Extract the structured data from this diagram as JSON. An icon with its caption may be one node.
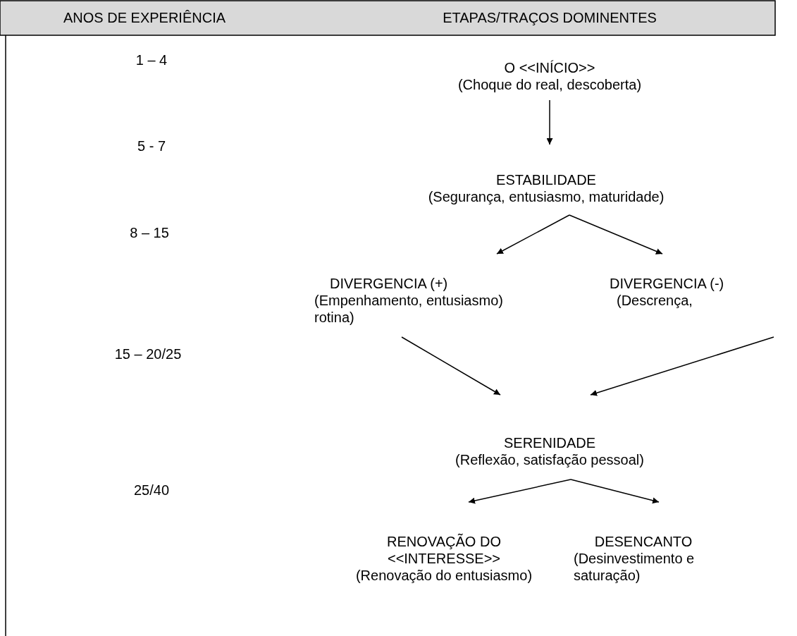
{
  "diagram": {
    "nodes": [
      {
        "text": [
          "O <<INÍCIO>>",
          "(Choque do real, descoberta)"
        ]
      },
      {
        "text": [
          "ESTABILIDADE",
          "(Segurança, entusiasmo, maturidade)"
        ]
      },
      {
        "text": [
          "DIVERGENCIA (+)",
          "(Empenhamento, entusiasmo) rotina)"
        ]
      },
      {
        "text": [
          "DIVERGENCIA (-)",
          "(Descrença,"
        ]
      },
      {
        "text": [
          "SERENIDADE",
          "(Reflexão, satisfação pessoal)"
        ]
      },
      {
        "text": [
          "RENOVAÇÃO DO <<INTERESSE>>",
          "(Renovação do entusiasmo)"
        ]
      },
      {
        "text": [
          "DESENCANTO",
          "(Desinvestimento e saturação)"
        ]
      }
    ],
    "edges": [
      {
        "from": 0,
        "to": 1,
        "arrow": "to"
      },
      {
        "from": 1,
        "to": 2,
        "arrow": "to"
      },
      {
        "from": 1,
        "to": 3,
        "arrow": "to"
      },
      {
        "from": 2,
        "to": 4,
        "arrow": "to"
      },
      {
        "from": 3,
        "to": 4,
        "arrow": "to"
      },
      {
        "from": 4,
        "to": 5,
        "arrow": "to"
      },
      {
        "from": 4,
        "to": 6,
        "arrow": "to"
      }
    ],
    "labels": [
      "ANOS DE EXPERIÊNCIA",
      "ETAPAS/TRAÇOS DOMINENTES",
      "1 – 4",
      "5 - 7",
      "8 – 15",
      "15 – 20/25",
      "25/40"
    ]
  }
}
